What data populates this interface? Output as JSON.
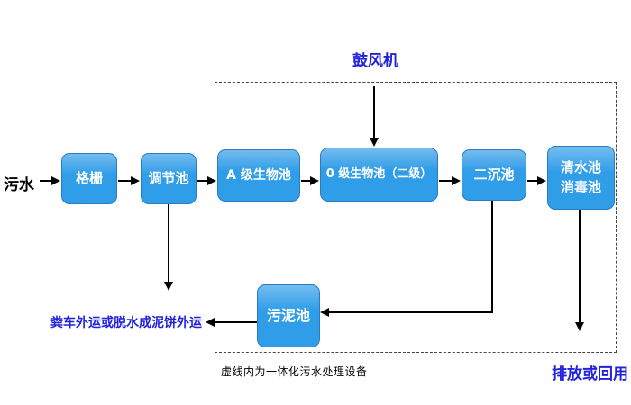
{
  "flow": {
    "source": "污水",
    "blower": "鼓风机",
    "boxes": {
      "grid": "格栅",
      "regulating": "调节池",
      "a_bio": "A 级生物池",
      "o_bio": "0 级生物池（二级）",
      "secondary": "二沉池",
      "clearwater_l1": "清水池",
      "clearwater_l2": "消毒池",
      "sludge": "污泥池"
    },
    "captions": {
      "sludge_out": "粪车外运或脱水成泥饼外运",
      "equipment_note": "虚线内为一体化污水处理设备",
      "discharge": "排放或回用"
    },
    "colors": {
      "box_fill": "#2f9de8",
      "box_border": "#2a7cc0",
      "box_text": "#ffffff",
      "accent_text": "#2222dd",
      "black_text": "#000000",
      "arrow": "#000000"
    }
  }
}
